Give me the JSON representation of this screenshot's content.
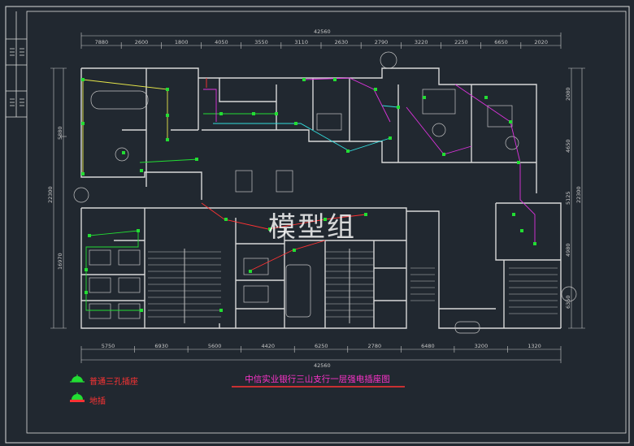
{
  "drawing": {
    "title": "中信实业银行三山支行一层强电插座图",
    "watermark": "模型组",
    "colors": {
      "background": "#212830",
      "walls": "#d8d8d8",
      "socket_green": "#22dd33",
      "circuit_yellow": "#e8e84a",
      "circuit_cyan": "#33dddd",
      "circuit_magenta": "#dd33dd",
      "circuit_red": "#ff3333",
      "title_magenta": "#ff33cc"
    }
  },
  "legend": [
    {
      "icon": "socket-three-pin-icon",
      "label": "普通三孔插座"
    },
    {
      "icon": "floor-socket-icon",
      "label": "地插"
    }
  ],
  "dimensions": {
    "top_total": "42560",
    "top_segments": [
      "7880",
      "2600",
      "1800",
      "4050",
      "3550",
      "3110",
      "2630",
      "2790",
      "3220",
      "2250",
      "6650",
      "2020"
    ],
    "bottom_total": "42560",
    "bottom_segments": [
      "5750",
      "6930",
      "5600",
      "4420",
      "6250",
      "2780",
      "6480",
      "3200",
      "1320"
    ],
    "left_total": "22300",
    "left_segments": [
      "5880",
      "16970"
    ],
    "right_total": "22300",
    "right_segments": [
      "2080",
      "4650",
      "5125",
      "4980",
      "6350"
    ]
  }
}
